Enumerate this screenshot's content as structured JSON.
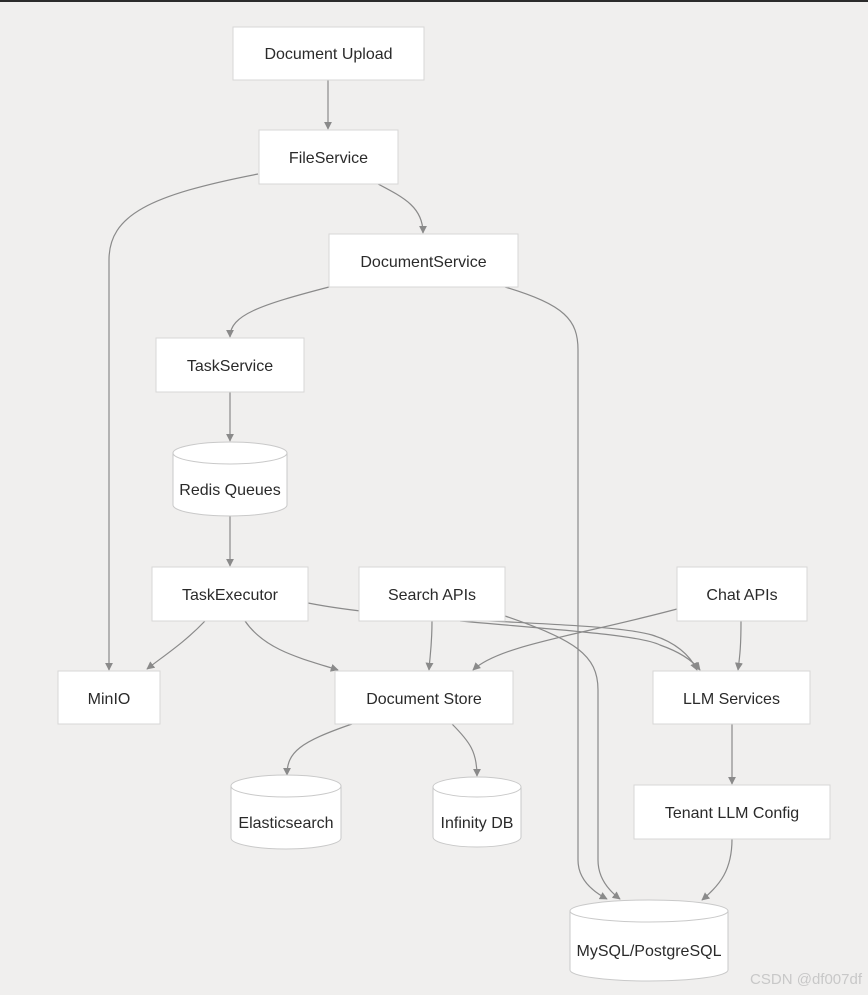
{
  "diagram": {
    "nodes": {
      "document_upload": "Document Upload",
      "file_service": "FileService",
      "document_service": "DocumentService",
      "task_service": "TaskService",
      "redis_queues": "Redis Queues",
      "task_executor": "TaskExecutor",
      "search_apis": "Search APIs",
      "chat_apis": "Chat APIs",
      "minio": "MinIO",
      "document_store": "Document Store",
      "llm_services": "LLM Services",
      "elasticsearch": "Elasticsearch",
      "infinity_db": "Infinity DB",
      "tenant_llm_config": "Tenant LLM Config",
      "mysql_postgresql": "MySQL/PostgreSQL"
    },
    "edges": [
      {
        "from": "document_upload",
        "to": "file_service"
      },
      {
        "from": "file_service",
        "to": "minio"
      },
      {
        "from": "file_service",
        "to": "document_service"
      },
      {
        "from": "document_service",
        "to": "task_service"
      },
      {
        "from": "document_service",
        "to": "mysql_postgresql"
      },
      {
        "from": "task_service",
        "to": "redis_queues"
      },
      {
        "from": "redis_queues",
        "to": "task_executor"
      },
      {
        "from": "task_executor",
        "to": "minio"
      },
      {
        "from": "task_executor",
        "to": "document_store"
      },
      {
        "from": "task_executor",
        "to": "llm_services"
      },
      {
        "from": "search_apis",
        "to": "document_store"
      },
      {
        "from": "search_apis",
        "to": "llm_services"
      },
      {
        "from": "search_apis",
        "to": "mysql_postgresql"
      },
      {
        "from": "chat_apis",
        "to": "document_store"
      },
      {
        "from": "chat_apis",
        "to": "llm_services"
      },
      {
        "from": "document_store",
        "to": "elasticsearch"
      },
      {
        "from": "document_store",
        "to": "infinity_db"
      },
      {
        "from": "llm_services",
        "to": "tenant_llm_config"
      },
      {
        "from": "tenant_llm_config",
        "to": "mysql_postgresql"
      }
    ]
  },
  "watermark": "CSDN @df007df",
  "colors": {
    "background": "#f0efee",
    "node_fill": "#ffffff",
    "edge": "#8a8a8a",
    "text": "#2a2a2a"
  }
}
